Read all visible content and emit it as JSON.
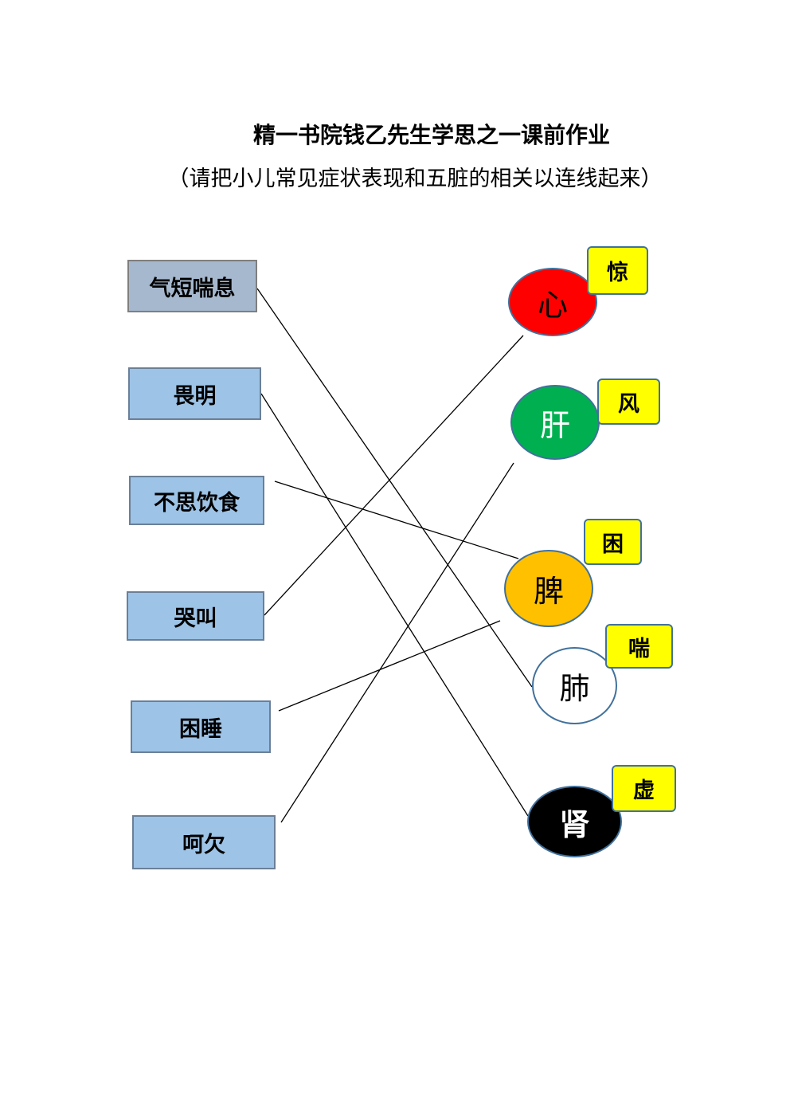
{
  "header": {
    "title": "精一书院钱乙先生学思之一课前作业",
    "subtitle": "（请把小儿常见症状表现和五脏的相关以连线起来）"
  },
  "symptoms": [
    "气短喘息",
    "畏明",
    "不思饮食",
    "哭叫",
    "困睡",
    "呵欠"
  ],
  "organs": [
    {
      "label": "心",
      "tag": "惊",
      "fill": "#ff0000",
      "text_color": "#000000"
    },
    {
      "label": "肝",
      "tag": "风",
      "fill": "#00b050",
      "text_color": "#ffffff"
    },
    {
      "label": "脾",
      "tag": "困",
      "fill": "#ffc000",
      "text_color": "#000000"
    },
    {
      "label": "肺",
      "tag": "喘",
      "fill": "#ffffff",
      "text_color": "#000000"
    },
    {
      "label": "肾",
      "tag": "虚",
      "fill": "#000000",
      "text_color": "#ffffff"
    }
  ],
  "connections": [
    {
      "symptom": "气短喘息",
      "organ": "肺"
    },
    {
      "symptom": "畏明",
      "organ": "肾"
    },
    {
      "symptom": "不思饮食",
      "organ": "脾"
    },
    {
      "symptom": "哭叫",
      "organ": "心"
    },
    {
      "symptom": "困睡",
      "organ": "脾"
    },
    {
      "symptom": "呵欠",
      "organ": "肝"
    }
  ],
  "colors": {
    "tag_fill": "#ffff00",
    "symptom_fill": "#9dc3e6",
    "line": "#000000"
  }
}
